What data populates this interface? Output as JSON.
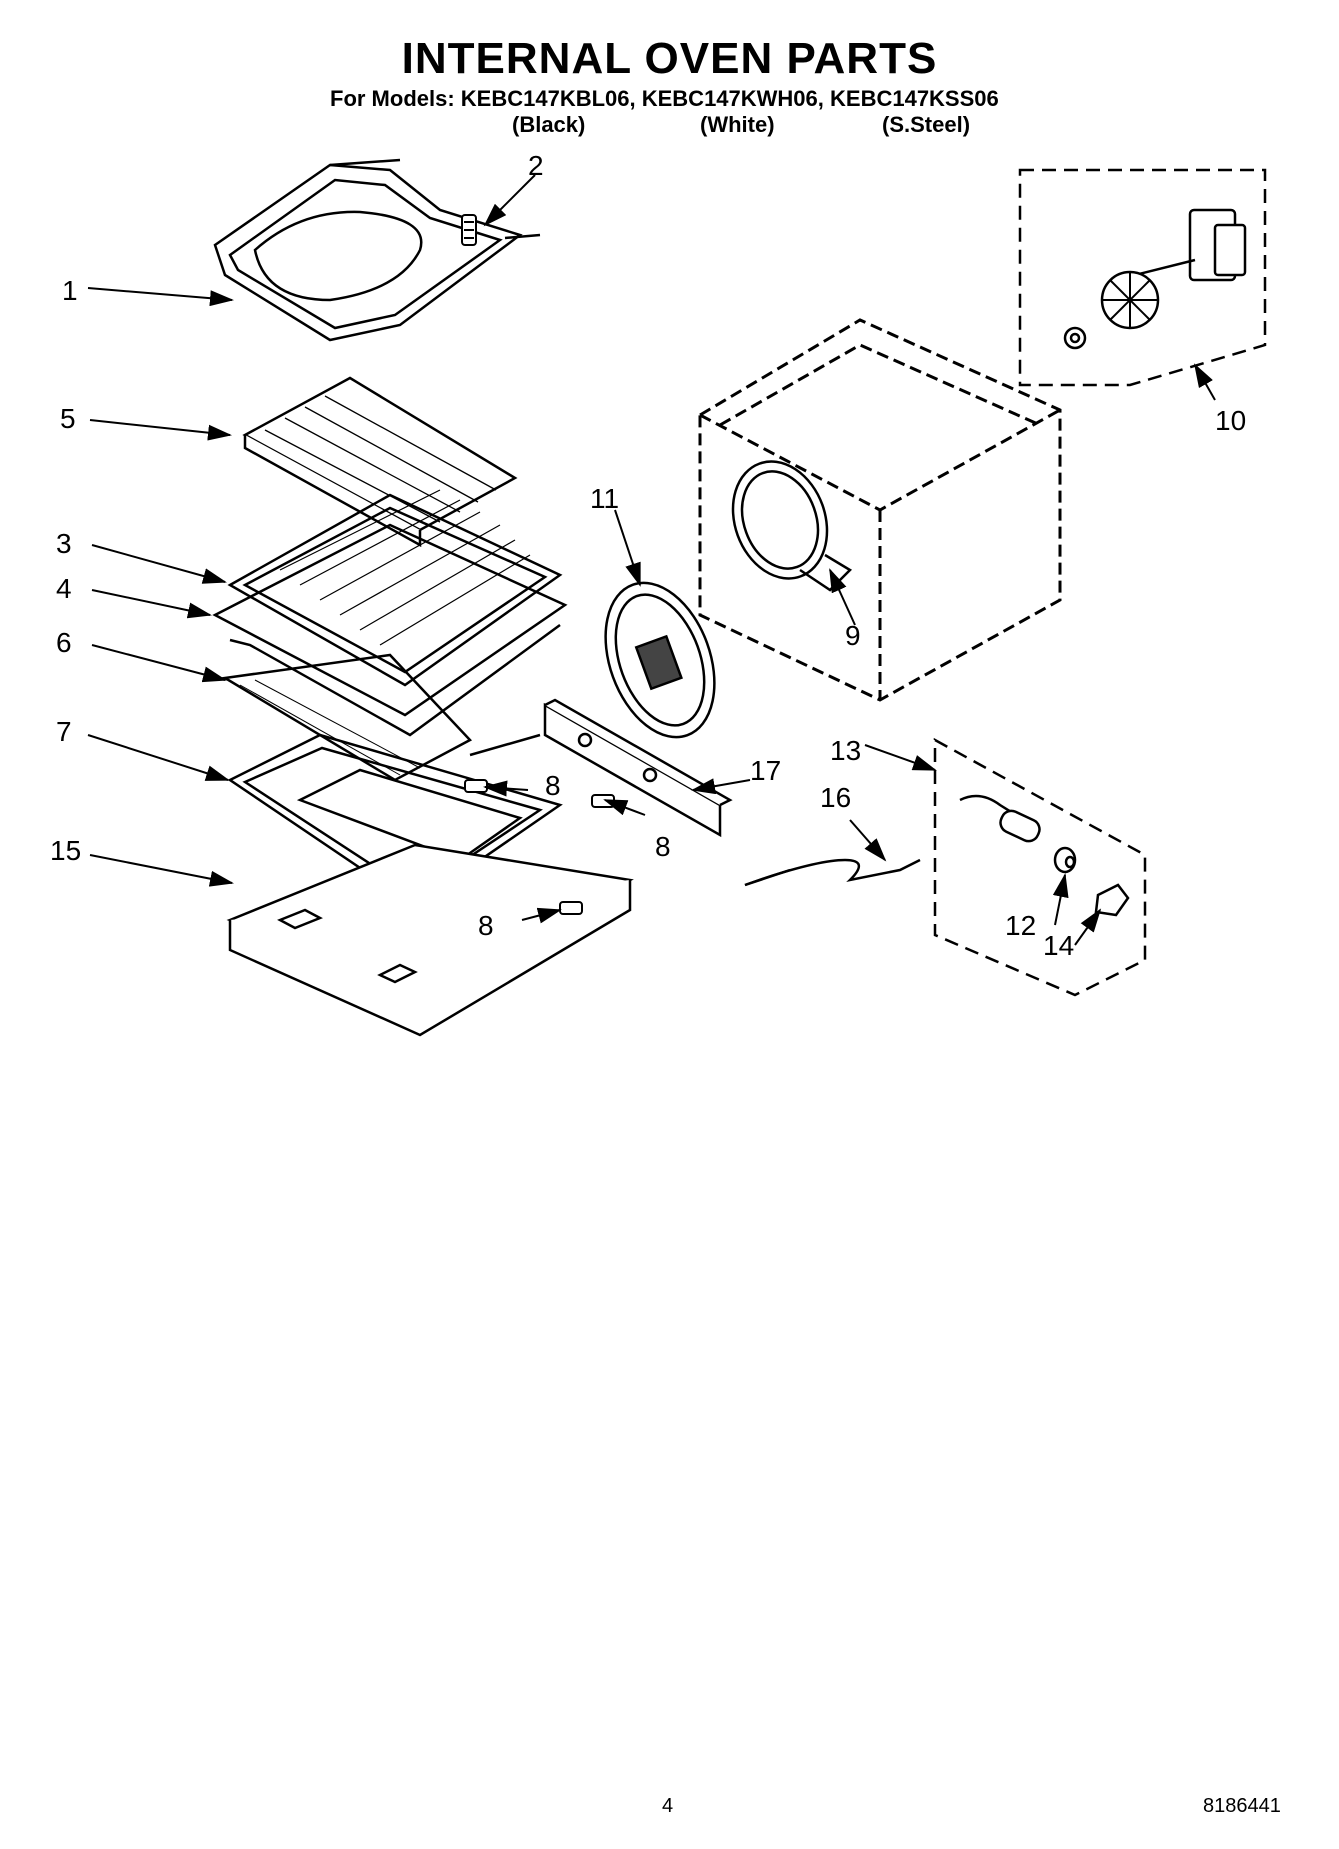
{
  "header": {
    "title": "INTERNAL OVEN PARTS",
    "models_line": "For Models: KEBC147KBL06, KEBC147KWH06, KEBC147KSS06",
    "finishes": [
      "(Black)",
      "(White)",
      "(S.Steel)"
    ]
  },
  "callouts": {
    "c1": "1",
    "c2": "2",
    "c3": "3",
    "c4": "4",
    "c5": "5",
    "c6": "6",
    "c7": "7",
    "c8a": "8",
    "c8b": "8",
    "c8c": "8",
    "c9": "9",
    "c10": "10",
    "c11": "11",
    "c12": "12",
    "c13": "13",
    "c14": "14",
    "c15": "15",
    "c16": "16",
    "c17": "17"
  },
  "footer": {
    "page_number": "4",
    "doc_number": "8186441"
  }
}
